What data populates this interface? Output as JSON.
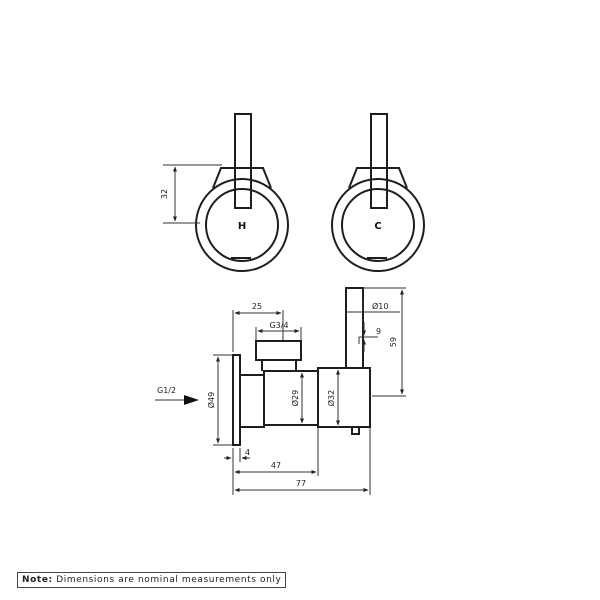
{
  "front_views": {
    "hot_label": "H",
    "cold_label": "C",
    "height_dim": "32"
  },
  "side_view": {
    "dims": {
      "d25": "25",
      "thread_outlet": "G3/4",
      "dia10": "Ø10",
      "d9": "9",
      "d59": "59",
      "inlet": "G1/2",
      "dia49": "Ø49",
      "dia29": "Ø29",
      "dia32": "Ø32",
      "d4": "4",
      "d47": "47",
      "d77": "77"
    }
  },
  "note": {
    "label": "Note:",
    "text": "Dimensions are nominal measurements only"
  },
  "colors": {
    "line": "#1e1e1e",
    "background": "#ffffff"
  }
}
